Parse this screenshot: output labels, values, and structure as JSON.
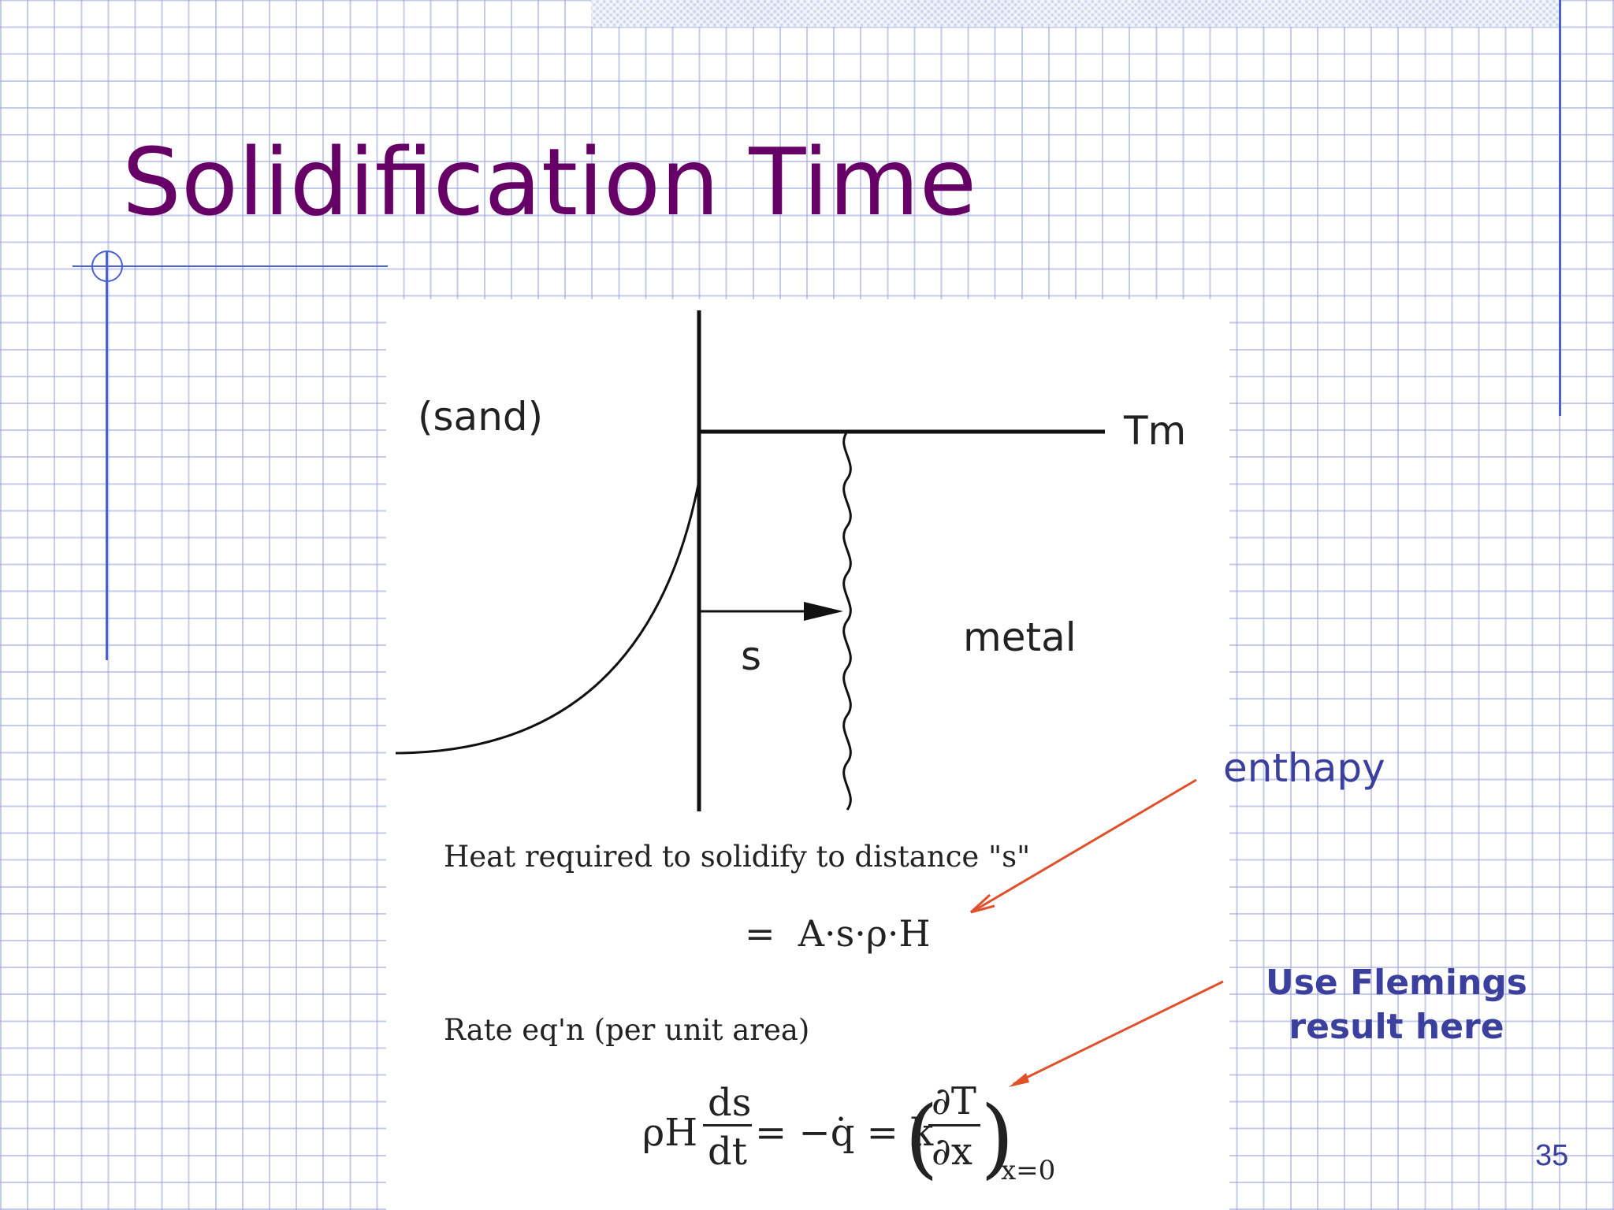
{
  "slide": {
    "title": "Solidification Time",
    "page_number": "35"
  },
  "diagram": {
    "labels": {
      "sand": "(sand)",
      "tm": "Tm",
      "s": "s",
      "metal": "metal"
    },
    "heat_text": "Heat required to solidify to distance \"s\"",
    "heat_equation": "=  A·s·ρ·H",
    "rate_text": "Rate eq'n (per unit area)",
    "rate_equation": {
      "lhs": "ρH",
      "ds": "ds",
      "dt": "dt",
      "middle": "= −q̇ = k",
      "dT": "∂T",
      "dx": "∂x",
      "subscript": "x=0"
    }
  },
  "callouts": {
    "enthalpy": "enthapy",
    "flemings_line1": "Use Flemings",
    "flemings_line2": "result here"
  },
  "colors": {
    "title": "#660066",
    "callout_text": "#3b3f9e",
    "callout_arrow": "#e0502a",
    "deco_lines": "#4a5fd0"
  }
}
